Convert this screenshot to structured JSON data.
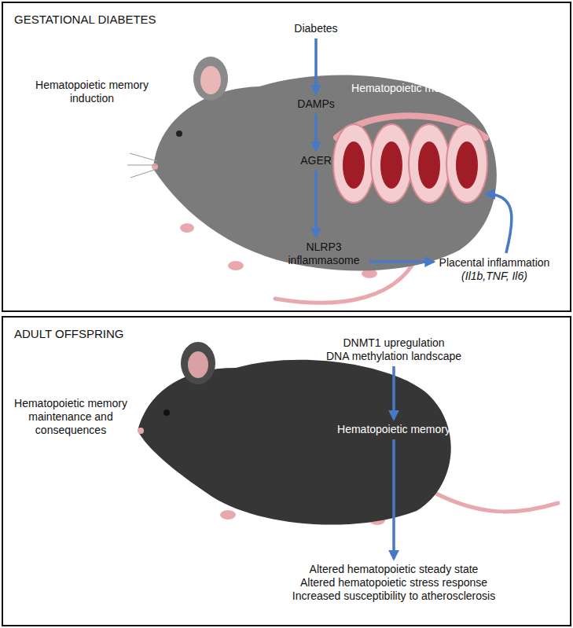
{
  "diagram": {
    "nodes": [
      {
        "text": [
          "GESTATIONAL DIABETES"
        ]
      },
      {
        "text": [
          "Diabetes"
        ],
        "in": 0
      },
      {
        "text": [
          "DAMPs"
        ],
        "in": 0
      },
      {
        "text": [
          "AGER"
        ],
        "in": 0
      },
      {
        "text": [
          "NLRP3 inflammasome"
        ],
        "in": 0
      },
      {
        "text": [
          "Hematopoietic memory"
        ],
        "in": 0
      },
      {
        "text": [
          "Placental inflammation",
          "(Il1b,TNF, Il6)"
        ],
        "in": 0
      },
      {
        "text": [
          "ADULT OFFSPRING"
        ]
      },
      {
        "text": [
          "DNMT1 upregulation",
          "DNA methylation landscape"
        ],
        "in": 7
      },
      {
        "text": [
          "Hematopoietic memory"
        ],
        "in": 7
      },
      {
        "text": [
          "Altered hematopoietic steady state",
          "Altered hematopoietic stress response",
          "Increased susceptibility to atherosclerosis"
        ],
        "in": 7
      }
    ],
    "edges": [
      {
        "from": 1,
        "to": 2,
        "arrow": "to"
      },
      {
        "from": 2,
        "to": 3,
        "arrow": "to"
      },
      {
        "from": 3,
        "to": 4,
        "arrow": "to"
      },
      {
        "from": 4,
        "to": 6,
        "arrow": "to"
      },
      {
        "from": 6,
        "to": 5,
        "arrow": "to"
      },
      {
        "from": 8,
        "to": 9,
        "arrow": "to"
      },
      {
        "from": 9,
        "to": 10,
        "arrow": "to"
      }
    ],
    "labels": [
      "Hematopoietic memory induction",
      "Hematopoietic memory maintenance and consequences"
    ]
  }
}
